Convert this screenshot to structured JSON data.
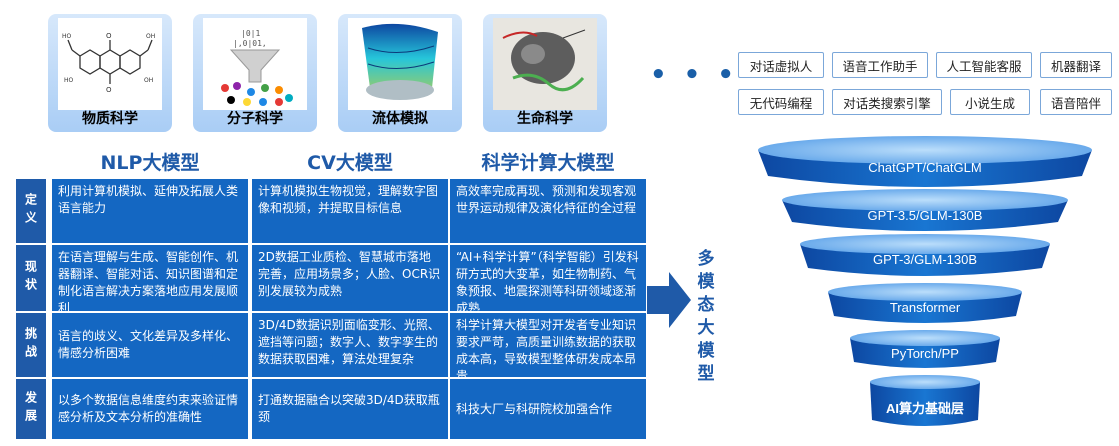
{
  "cards": [
    {
      "label": "物质科学"
    },
    {
      "label": "分子科学"
    },
    {
      "label": "流体模拟"
    },
    {
      "label": "生命科学"
    }
  ],
  "more": "• • •",
  "columns": [
    "NLP大模型",
    "CV大模型",
    "科学计算大模型"
  ],
  "rows": [
    {
      "label": "定义",
      "cells": [
        "利用计算机模拟、延伸及拓展人类语言能力",
        "计算机模拟生物视觉，理解数字图像和视频，并提取目标信息",
        "高效率完成再现、预测和发现客观世界运动规律及演化特征的全过程"
      ]
    },
    {
      "label": "现状",
      "cells": [
        "在语言理解与生成、智能创作、机器翻译、智能对话、知识图谱和定制化语言解决方案落地应用发展顺利",
        "2D数据工业质检、智慧城市落地完善，应用场景多；人脸、OCR识别发展较为成熟",
        "“AI+科学计算”（科学智能）引发科研方式的大变革，如生物制药、气象预报、地震探测等科研领域逐渐成熟"
      ]
    },
    {
      "label": "挑战",
      "cells": [
        "语言的歧义、文化差异及多样化、情感分析困难",
        "3D/4D数据识别面临变形、光照、遮挡等问题；数字人、数字孪生的数据获取困难，算法处理复杂",
        "科学计算大模型对开发者专业知识要求严苛，高质量训练数据的获取成本高，导致模型整体研发成本昂贵"
      ]
    },
    {
      "label": "发展",
      "cells": [
        "以多个数据信息维度约束来验证情感分析及文本分析的准确性",
        "打通数据融合以突破3D/4D获取瓶颈",
        "科技大厂与科研院校加强合作"
      ]
    }
  ],
  "multimodal": "多模态大模型",
  "apps": [
    "对话虚拟人",
    "语音工作助手",
    "人工智能客服",
    "机器翻译",
    "无代码编程",
    "对话类搜索引擎",
    "小说生成",
    "语音陪伴"
  ],
  "funnel": [
    "ChatGPT/ChatGLM",
    "GPT-3.5/GLM-130B",
    "GPT-3/GLM-130B",
    "Transformer",
    "PyTorch/PP",
    "AI算力基础层"
  ],
  "colors": {
    "primary": "#1467c2",
    "dark": "#1f5aa8",
    "funnel_top": "#4a90e2",
    "funnel_side": "#1565c0"
  }
}
